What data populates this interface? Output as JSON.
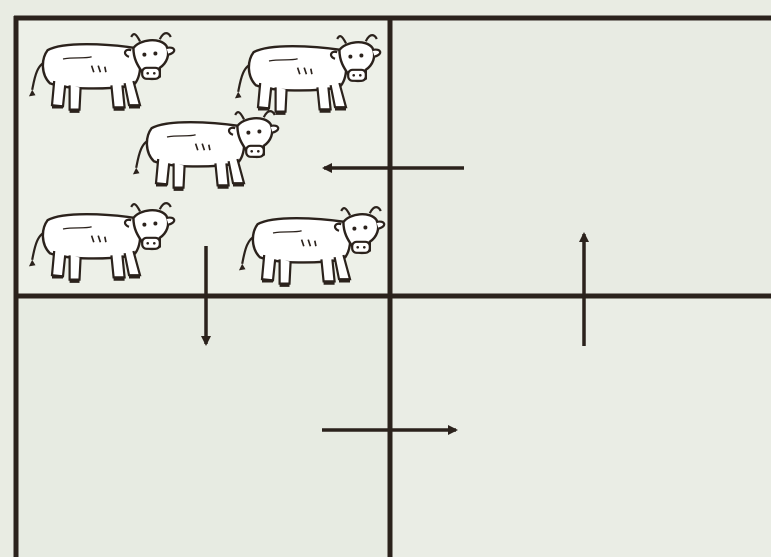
{
  "diagram": {
    "kind": "rotational grazing paddocks",
    "paddocks": [
      {
        "id": "top-left",
        "animals": 5,
        "animal_icon": "cow-icon"
      },
      {
        "id": "top-right",
        "animals": 0
      },
      {
        "id": "bottom-left",
        "animals": 0
      },
      {
        "id": "bottom-right",
        "animals": 0
      }
    ],
    "arrows": [
      {
        "from": "top-right",
        "to": "top-left",
        "direction": "left"
      },
      {
        "from": "top-left",
        "to": "bottom-left",
        "direction": "down"
      },
      {
        "from": "bottom-left",
        "to": "bottom-right",
        "direction": "right"
      },
      {
        "from": "bottom-right",
        "to": "top-right",
        "direction": "up"
      }
    ]
  },
  "colors": {
    "background": "#e9ece3",
    "line": "#2b221c",
    "cow_fill": "#ffffff"
  }
}
